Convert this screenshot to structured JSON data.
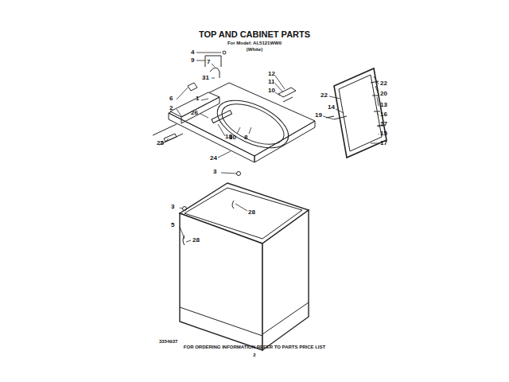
{
  "diagram": {
    "title": "TOP AND CABINET PARTS",
    "labels": [
      "For Model: AL5121WW0",
      "(White)",
      "4",
      "9",
      "7",
      "31",
      "6",
      "1",
      "2",
      "26",
      "30",
      "8",
      "18",
      "25",
      "24",
      "12",
      "11",
      "10",
      "22",
      "20",
      "13",
      "16",
      "17",
      "15",
      "17",
      "22",
      "19",
      "14",
      "3",
      "28",
      "3",
      "5",
      "28",
      "FOR ORDERING INFORMATION REFER TO PARTS PRICE LIST",
      "3354937",
      "2"
    ]
  }
}
